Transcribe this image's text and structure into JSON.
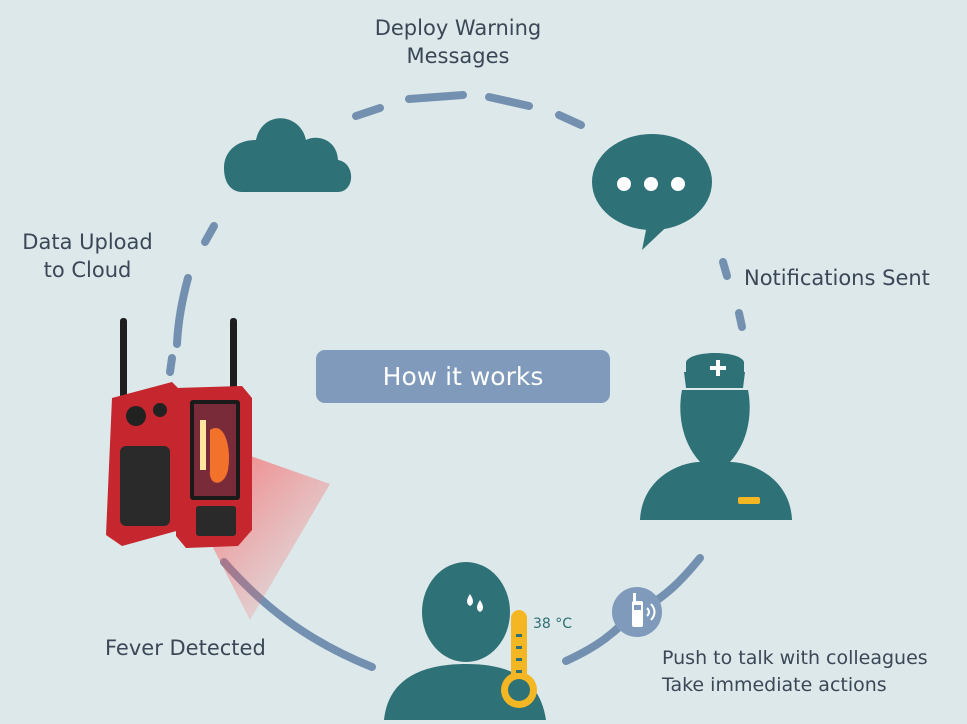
{
  "center_button": {
    "label": "How it works"
  },
  "steps": {
    "deploy": [
      "Deploy Warning",
      "Messages"
    ],
    "upload": [
      "Data Upload",
      "to Cloud"
    ],
    "notify": [
      "Notifications Sent"
    ],
    "fever": [
      "Fever Detected"
    ],
    "action": [
      "Push to talk with colleagues",
      "Take immediate actions"
    ]
  },
  "temperature": "38 °C",
  "colors": {
    "background": "#dce8ea",
    "teal": "#2e7176",
    "slate": "#7f9aba",
    "amber": "#f5b623",
    "device_red": "#c6262e"
  },
  "icons": [
    "cloud-icon",
    "chat-bubble-icon",
    "nurse-icon",
    "patient-icon",
    "thermometer-icon",
    "walkie-talkie-icon",
    "thermal-device-icon"
  ]
}
